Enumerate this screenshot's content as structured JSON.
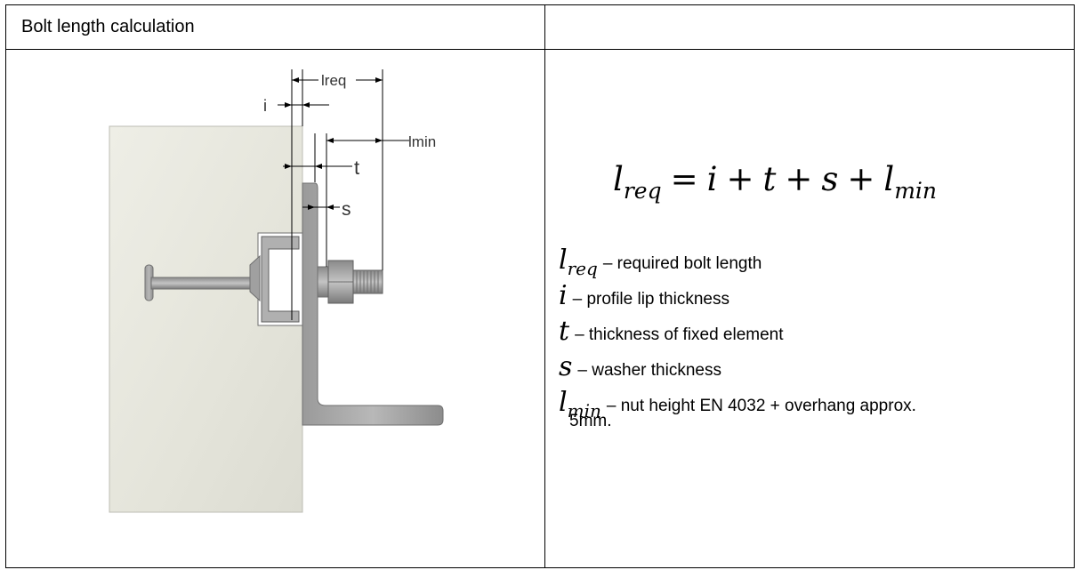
{
  "header": {
    "title": "Bolt length calculation"
  },
  "formula": {
    "lhs": "l",
    "lhs_sub": "req",
    "equals": "=",
    "terms": [
      {
        "sym": "i",
        "sub": ""
      },
      {
        "sym": "t",
        "sub": ""
      },
      {
        "sym": "s",
        "sub": ""
      },
      {
        "sym": "l",
        "sub": "min"
      }
    ],
    "plus": "+"
  },
  "definitions": [
    {
      "sym": "l",
      "sub": "req",
      "desc": "– required bolt length"
    },
    {
      "sym": "i",
      "sub": "",
      "desc": "– profile lip thickness"
    },
    {
      "sym": "t",
      "sub": "",
      "desc": "– thickness of fixed element"
    },
    {
      "sym": "s",
      "sub": "",
      "desc": "– washer thickness"
    },
    {
      "sym": "l",
      "sub": "min",
      "desc": "– nut height EN 4032 + overhang approx.",
      "desc_cont": "5mm."
    }
  ],
  "diagram_labels": {
    "l_req": "lreq",
    "i": "i",
    "l_min": "lmin",
    "t": "t",
    "s": "s"
  },
  "colors": {
    "wall": "#e8e8df",
    "steel": "#a9a9a9",
    "steel_dark": "#6f6f6f",
    "border": "#000000"
  }
}
